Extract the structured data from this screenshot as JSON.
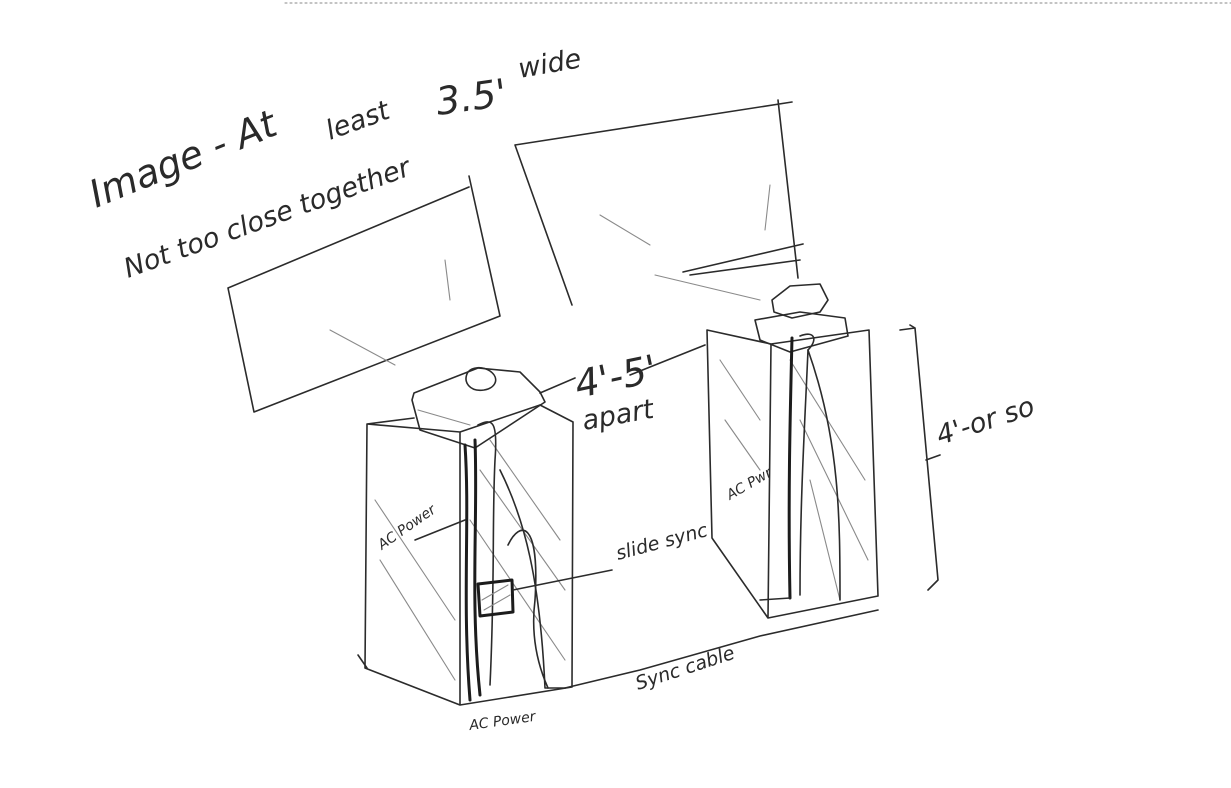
{
  "annotations": {
    "title_line1_a": "Image - At",
    "title_line1_b": "least",
    "title_size": "3.5'",
    "title_wide": "wide",
    "title_line2": "Not too close together",
    "apart_distance": "4'-5'",
    "apart_word": "apart",
    "height": "4'-or so",
    "ac_power_left_side": "AC Power",
    "ac_power_bottom": "AC Power",
    "ac_power_right": "AC Pwr",
    "slide_sync": "slide sync",
    "sync_cable": "Sync cable"
  },
  "colors": {
    "ink": "#2b2b2b",
    "paper": "#ffffff"
  }
}
